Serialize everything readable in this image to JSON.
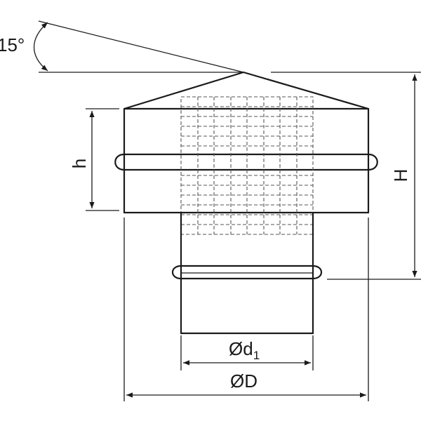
{
  "labels": {
    "angle": "15°",
    "h": "h",
    "H": "H",
    "d1_main": "Ød",
    "d1_sub": "1",
    "D": "ØD"
  },
  "colors": {
    "line": "#1a1a1a",
    "hidden": "#555555",
    "background": "#ffffff"
  }
}
